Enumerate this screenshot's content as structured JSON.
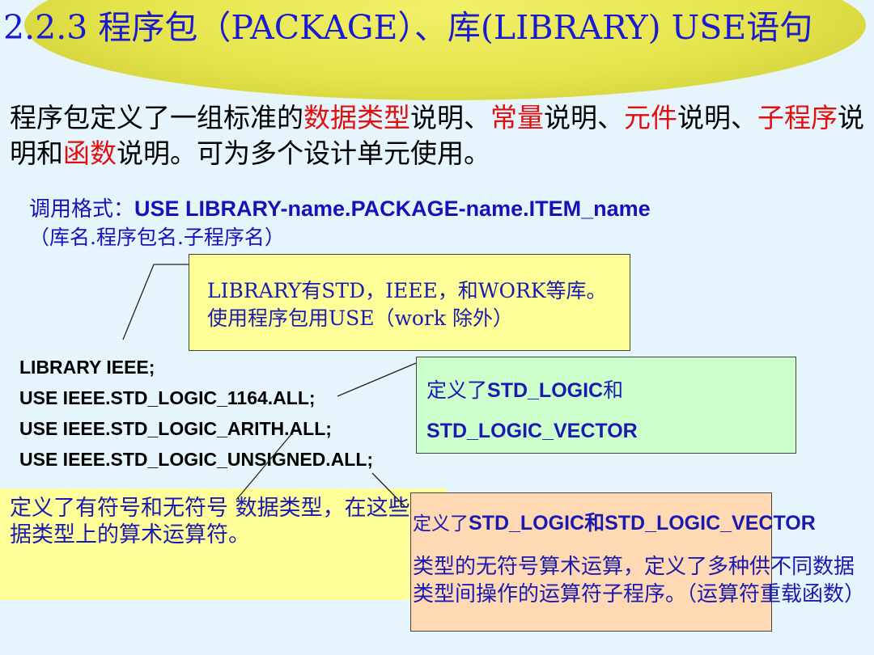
{
  "title": "2.2.3 程序包（PACKAGE）、库(LIBRARY) USE语句",
  "intro": [
    {
      "text": "程序包定义了一组标准的",
      "hl": false
    },
    {
      "text": "数据类型",
      "hl": true
    },
    {
      "text": "说明、",
      "hl": false
    },
    {
      "text": "常量",
      "hl": true
    },
    {
      "text": "说明、",
      "hl": false
    },
    {
      "text": "元件",
      "hl": true
    },
    {
      "text": "说明、",
      "hl": false
    },
    {
      "text": "子程序",
      "hl": true
    },
    {
      "text": "说明和",
      "hl": false
    },
    {
      "text": "函数",
      "hl": true
    },
    {
      "text": "说明。可为多个设计单元使用。",
      "hl": false
    }
  ],
  "call_format": {
    "label": "调用格式：",
    "syntax": "USE LIBRARY-name.PACKAGE-name.ITEM_name",
    "note": "（库名.程序包名.子程序名）"
  },
  "note_library": {
    "line1": "LIBRARY有STD，IEEE，和WORK等库。",
    "line2": "使用程序包用USE（work 除外）"
  },
  "code_lines": [
    "LIBRARY IEEE;",
    "USE IEEE.STD_LOGIC_1164.ALL;",
    "USE IEEE.STD_LOGIC_ARITH.ALL;",
    "USE IEEE.STD_LOGIC_UNSIGNED.ALL;"
  ],
  "note_stdlogic": {
    "prefix": "定义了",
    "term": "STD_LOGIC",
    "suffix": "和",
    "line2": "STD_LOGIC_VECTOR"
  },
  "note_arith": {
    "text": "定义了有符号和无符号 数据类型，在这些数据类型上的算术运算符。"
  },
  "note_unsigned": {
    "line1_prefix": "定义了",
    "line1_terms": "STD_LOGIC和STD_LOGIC_VECTOR",
    "rest": "类型的无符号算术运算，定义了多种供不同数据类型间操作的运算符子程序。（运算符重载函数）"
  },
  "colors": {
    "background": "#e6f4fb",
    "title": "#1a1ad0",
    "highlight": "#e01010",
    "note_text": "#1a1ab0",
    "yellow_note": "#ffff99",
    "green_note": "#ccffcc",
    "peach_note": "#ffd9b3"
  }
}
